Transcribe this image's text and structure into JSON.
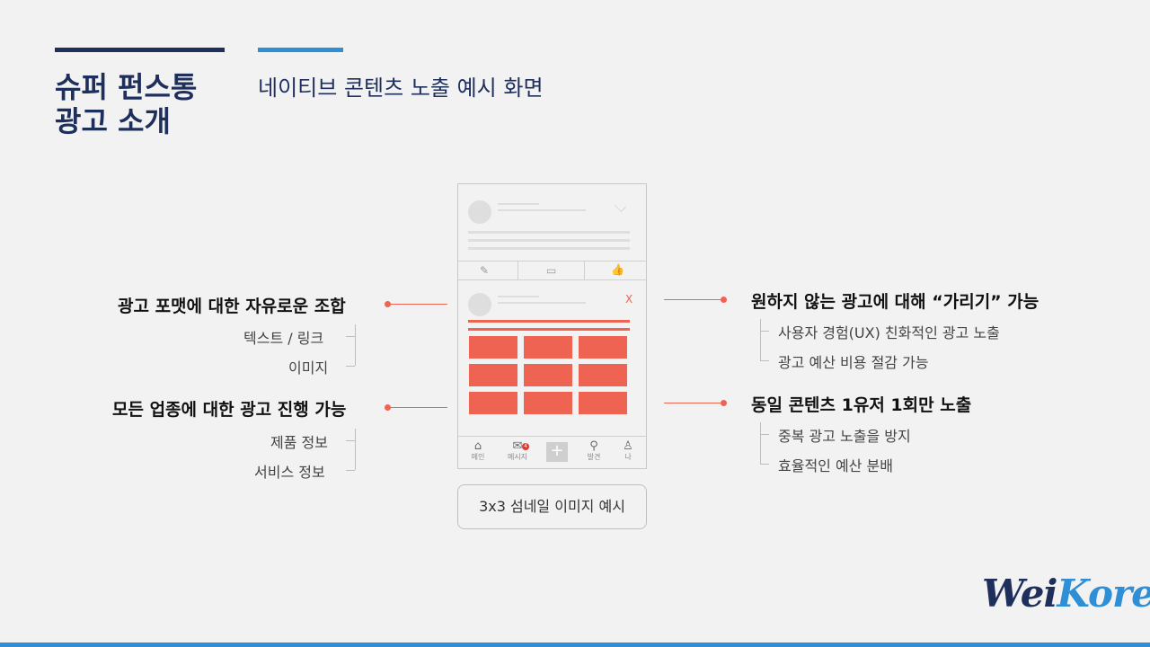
{
  "title_line1": "슈퍼 펀스통",
  "title_line2": "광고 소개",
  "subtitle": "네이티브 콘텐츠 노출 예시 화면",
  "left": {
    "block1": {
      "heading": "광고 포맷에 대한 자유로운 조합",
      "items": [
        "텍스트 / 링크",
        "이미지"
      ]
    },
    "block2": {
      "heading": "모든 업종에 대한 광고 진행 가능",
      "items": [
        "제품 정보",
        "서비스 정보"
      ]
    }
  },
  "right": {
    "block1": {
      "heading": "원하지 않는 광고에 대해 “가리기” 가능",
      "items": [
        "사용자 경험(UX) 친화적인 광고 노출",
        "광고 예산 비용 절감 가능"
      ]
    },
    "block2": {
      "heading": "동일 콘텐츠 1유저 1회만 노출",
      "items": [
        "중복 광고 노출을 방지",
        "효율적인 예산 분배"
      ]
    }
  },
  "phone": {
    "close_mark": "X",
    "badge": "4",
    "nav": [
      {
        "icon": "home-icon",
        "label": "메인"
      },
      {
        "icon": "mail-icon",
        "label": "메시지"
      },
      {
        "icon": "plus-icon",
        "label": ""
      },
      {
        "icon": "search-icon",
        "label": "발견"
      },
      {
        "icon": "user-icon",
        "label": "나"
      }
    ]
  },
  "caption": "3x3 섬네일 이미지 예시",
  "logo": {
    "part1": "Wei",
    "part2": "Korea"
  },
  "colors": {
    "navy": "#1f2f5c",
    "blue": "#2f8fd6",
    "accent": "#ee6352"
  }
}
